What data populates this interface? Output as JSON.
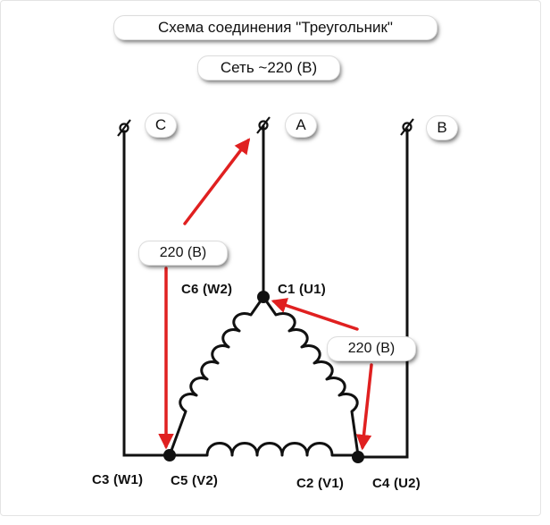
{
  "diagram": {
    "title": "Схема соединения \"Треугольник\"",
    "subtitle": "Сеть ~220 (В)",
    "phases": {
      "c": "C",
      "a": "A",
      "b": "B"
    },
    "voltage_labels": {
      "left": "220 (В)",
      "right": "220 (В)"
    },
    "terminals": {
      "c6": "C6 (W2)",
      "c1": "C1 (U1)",
      "c3": "C3 (W1)",
      "c5": "C5 (V2)",
      "c2": "C2 (V1)",
      "c4": "C4 (U2)"
    },
    "colors": {
      "wire": "#111111",
      "arrow": "#e02020",
      "background": "#ffffff"
    }
  }
}
